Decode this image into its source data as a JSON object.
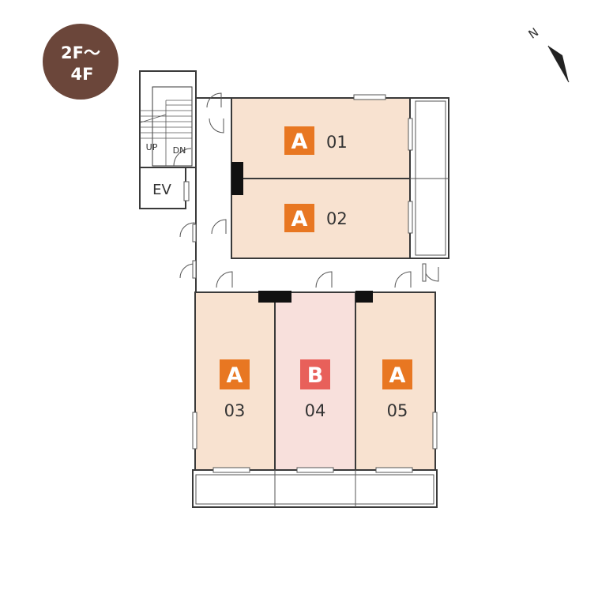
{
  "floor_badge": {
    "line1": "2F～",
    "line2": "4F",
    "color": "#6b463a"
  },
  "compass": {
    "label": "N"
  },
  "colors": {
    "type_A": "#e87722",
    "type_B": "#e8605a",
    "unit_A_fill": "#f8e2d0",
    "unit_B_fill": "#f8e0dc",
    "wall": "#3a3a3a"
  },
  "stairs": {
    "up_label": "UP",
    "down_label": "DN"
  },
  "elevator": {
    "label": "EV"
  },
  "units": [
    {
      "number": "01",
      "type": "A"
    },
    {
      "number": "02",
      "type": "A"
    },
    {
      "number": "03",
      "type": "A"
    },
    {
      "number": "04",
      "type": "B"
    },
    {
      "number": "05",
      "type": "A"
    }
  ]
}
